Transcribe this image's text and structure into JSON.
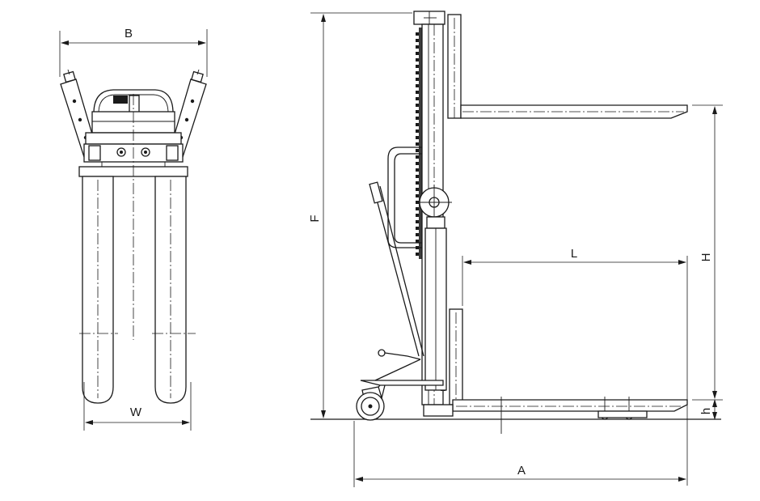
{
  "diagram": {
    "dimension_labels": {
      "B": "B",
      "W": "W",
      "F": "F",
      "L": "L",
      "H": "H",
      "h": "h",
      "A": "A"
    },
    "line_color": "#1a1a1a",
    "background": "#ffffff"
  }
}
